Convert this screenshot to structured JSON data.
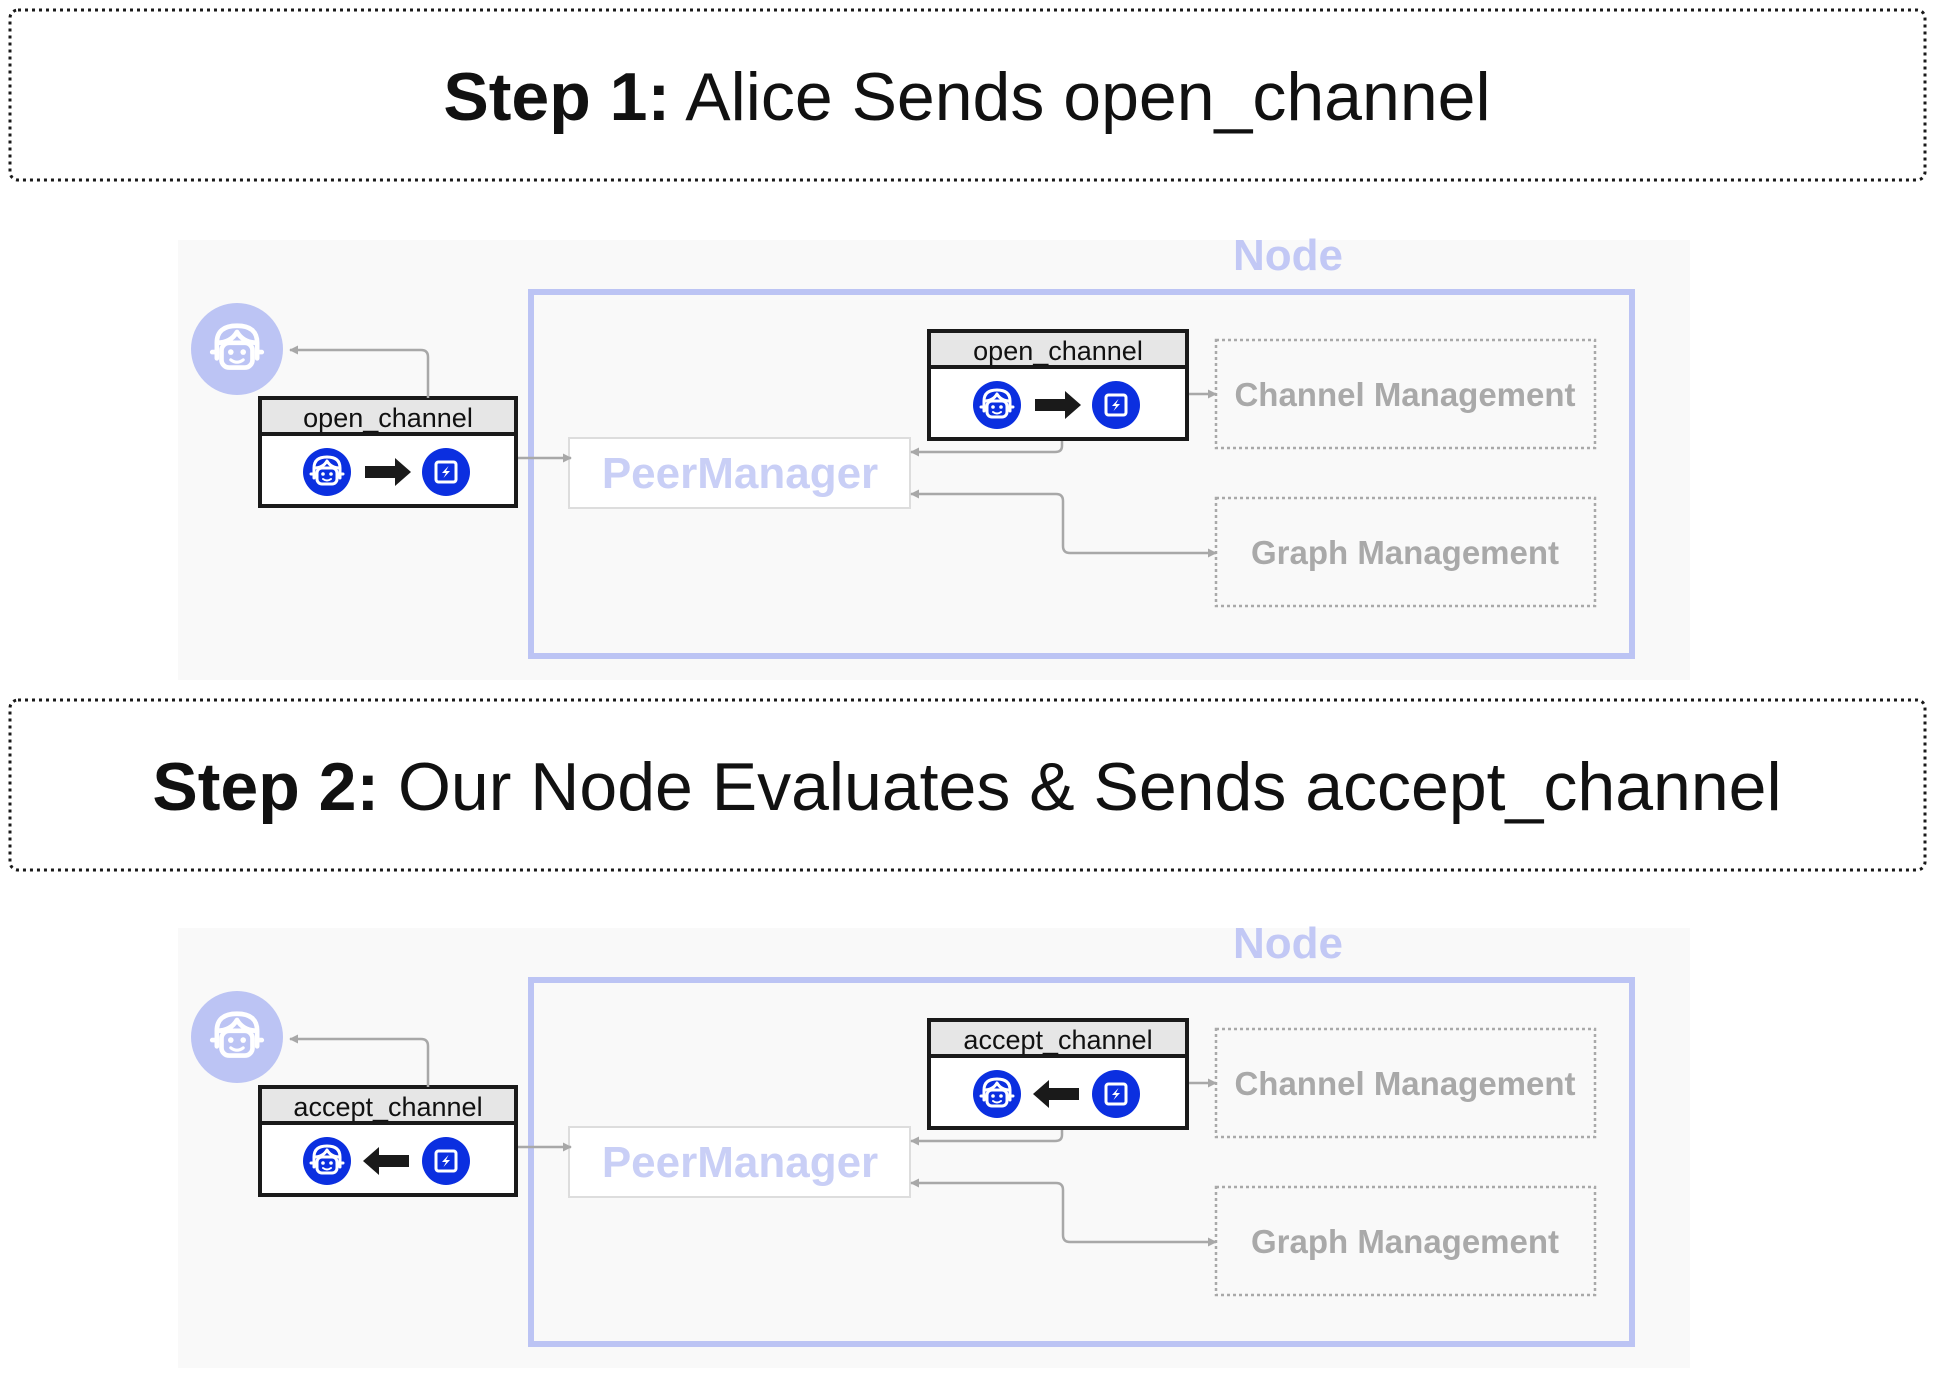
{
  "colors": {
    "blue_light": "#c2c8f5",
    "blue_node": "#bcc4f4",
    "peer_text": "#c9cff6",
    "gray_text": "#a9a9a9",
    "gray_line": "#a8a8a8",
    "icon_blue": "#0b2fe0",
    "dark": "#1a1a1a",
    "panel_bg": "#f9f9f9"
  },
  "icons": [
    "alice-avatar-icon",
    "user-face-icon",
    "lightning-node-icon",
    "arrow-right-icon",
    "arrow-left-icon"
  ],
  "steps": [
    {
      "bold": "Step 1:",
      "text": " Alice Sends open_channel",
      "node_label": "Node",
      "peer_manager": "PeerManager",
      "channel_management": "Channel Management",
      "graph_management": "Graph Management",
      "message": "open_channel",
      "direction": "right"
    },
    {
      "bold": "Step 2:",
      "text": " Our Node Evaluates & Sends accept_channel",
      "node_label": "Node",
      "peer_manager": "PeerManager",
      "channel_management": "Channel Management",
      "graph_management": "Graph Management",
      "message": "accept_channel",
      "direction": "left"
    }
  ]
}
